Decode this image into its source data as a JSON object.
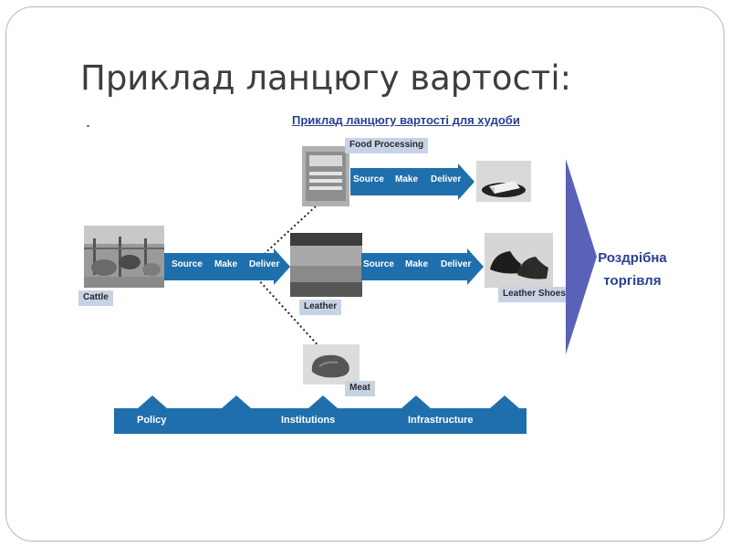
{
  "slide": {
    "title": "Приклад ланцюгу вартості:"
  },
  "diagram": {
    "heading": "Приклад ланцюгу вартості для худоби",
    "nodes": {
      "cattle": "Cattle",
      "food_processing": "Food Processing",
      "leather": "Leather",
      "meat": "Meat",
      "leather_shoes": "Leather Shoes"
    },
    "stages": {
      "source": "Source",
      "make": "Make",
      "deliver": "Deliver"
    },
    "retail": {
      "line1": "Роздрібна",
      "line2": "торгівля"
    },
    "foundation": {
      "policy": "Policy",
      "institutions": "Institutions",
      "infrastructure": "Infrastructure"
    }
  },
  "colors": {
    "arrow_blue": "#1f6fad",
    "retail_triangle": "#5a62b8",
    "label_bg": "#c7d3e5",
    "heading": "#2b3f8f"
  }
}
